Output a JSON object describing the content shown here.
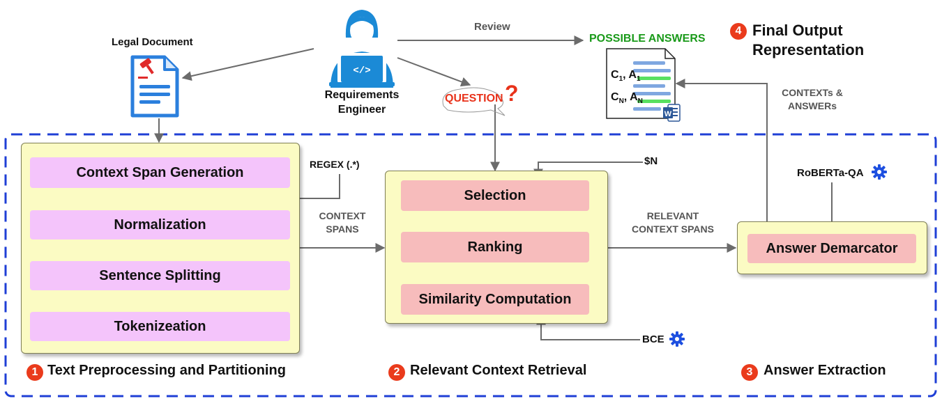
{
  "actors": {
    "engineer": {
      "line1": "Requirements",
      "line2": "Engineer",
      "icon": "developer-icon"
    },
    "legal_document": {
      "label": "Legal Document",
      "icon": "legal-document-icon"
    }
  },
  "flow_labels": {
    "review": "Review",
    "possible_answers": "POSSIBLE ANSWERS",
    "question": "QUESTION",
    "question_mark": "?",
    "regex": "REGEX (.*)",
    "context_spans_1": "CONTEXT",
    "context_spans_2": "SPANS",
    "relevant_spans_1": "RELEVANT",
    "relevant_spans_2": "CONTEXT SPANS",
    "contexts_answers_1": "CONTEXTs &",
    "contexts_answers_2": "ANSWERs",
    "top_n": "$N",
    "bce": "BCE",
    "roberta": "RoBERTa-QA"
  },
  "output_doc": {
    "row1_c": "C",
    "row1_c_sub": "1",
    "row1_a": ", A",
    "row1_a_sub": "1",
    "row2_c": "C",
    "row2_c_sub": "N",
    "row2_a": ", A",
    "row2_a_sub": "N"
  },
  "stages": {
    "preprocessing": {
      "number": "1",
      "caption": "Text Preprocessing and Partitioning",
      "steps": [
        "Context Span Generation",
        "Normalization",
        "Sentence Splitting",
        "Tokenizeation"
      ]
    },
    "retrieval": {
      "number": "2",
      "caption": "Relevant Context Retrieval",
      "steps": [
        "Selection",
        "Ranking",
        "Similarity Computation"
      ]
    },
    "extraction": {
      "number": "3",
      "caption": "Answer Extraction",
      "steps": [
        "Answer Demarcator"
      ]
    },
    "output": {
      "number": "4",
      "title_line1": "Final Output",
      "title_line2": "Representation"
    }
  },
  "colors": {
    "panel_fill": "#fbfbc3",
    "pink_step": "#f4c4fb",
    "rose_step": "#f7bcbc",
    "badge": "#ea3b1c",
    "dashed_border": "#1f3fd6",
    "possible_answers": "#1a9a1a",
    "question": "#e8321a",
    "gear_icon": "#1d4fe0",
    "engineer_icon": "#1b8ad6"
  }
}
